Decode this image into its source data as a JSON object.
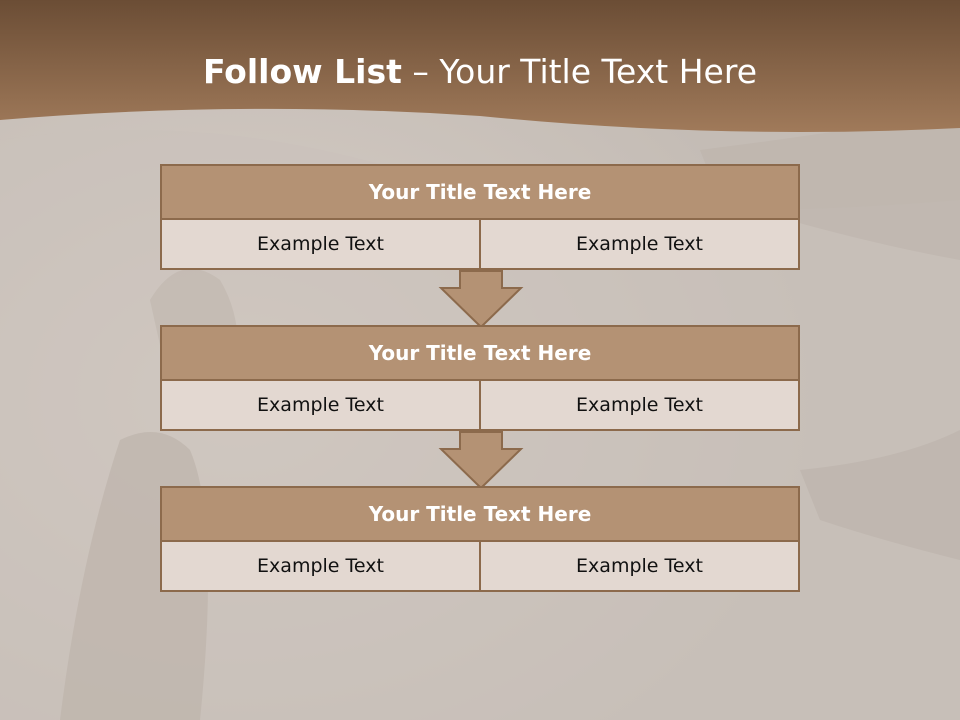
{
  "slide": {
    "title_bold": "Follow List",
    "title_separator": " – ",
    "title_rest": "Your Title Text Here"
  },
  "blocks": [
    {
      "title": "Your Title Text Here",
      "left": "Example Text",
      "right": "Example Text"
    },
    {
      "title": "Your Title Text Here",
      "left": "Example Text",
      "right": "Example Text"
    },
    {
      "title": "Your Title Text Here",
      "left": "Example Text",
      "right": "Example Text"
    }
  ],
  "colors": {
    "header_band": "#8c6749",
    "block_header": "#b49274",
    "block_border": "#8c6a4c",
    "cell_bg": "#e3d8d1",
    "arrow_fill": "#b49274"
  },
  "icons": [
    "down-arrow-icon",
    "down-arrow-icon"
  ]
}
